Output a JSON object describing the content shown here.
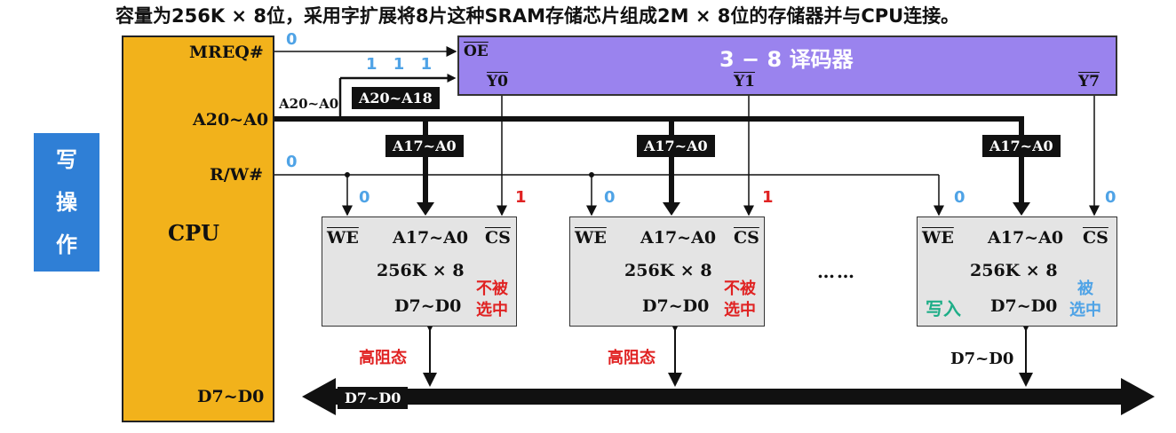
{
  "title": "容量为256K × 8位，采用字扩展将8片这种SRAM存储芯片组成2M × 8位的存储器并与CPU连接。",
  "side_tag": [
    "写",
    "操",
    "作"
  ],
  "cpu": {
    "name": "CPU",
    "pins": {
      "mreq": "MREQ#",
      "addr": "A20~A0",
      "rw": "R/W#",
      "data": "D7~D0"
    }
  },
  "signals": {
    "mreq_value": "0",
    "rw_value": "0",
    "decoder_input_bits": "1 1 1",
    "addr_bus_label": "A20~A0",
    "decoder_addr_box": "A20~A18",
    "chip_addr_box": "A17~A0",
    "data_bus_box": "D7~D0"
  },
  "decoder": {
    "title": "3 − 8 译码器",
    "oe": "OE",
    "outputs": [
      "Y0",
      "Y1",
      "Y7"
    ]
  },
  "chips": [
    {
      "we_value": "0",
      "cs_value": "1",
      "we": "WE",
      "addr": "A17~A0",
      "cs": "CS",
      "capacity": "256K × 8",
      "data": "D7~D0",
      "status": [
        "不被",
        "选中"
      ],
      "bus_state": "高阻态"
    },
    {
      "we_value": "0",
      "cs_value": "1",
      "we": "WE",
      "addr": "A17~A0",
      "cs": "CS",
      "capacity": "256K × 8",
      "data": "D7~D0",
      "status": [
        "不被",
        "选中"
      ],
      "bus_state": "高阻态"
    },
    {
      "we_value": "0",
      "cs_value": "0",
      "we": "WE",
      "addr": "A17~A0",
      "cs": "CS",
      "capacity": "256K × 8",
      "data": "D7~D0",
      "status": [
        "被",
        "选中"
      ],
      "action": "写入",
      "bus_state": "D7~D0"
    }
  ],
  "ellipsis": "……",
  "colors": {
    "cpu": "#f2b21b",
    "decoder": "#9a83ee",
    "chip": "#e4e4e4",
    "signal_value": "#4fa3e6",
    "unselected": "#e02222",
    "write": "#1fae88",
    "tag": "#2f7fd6"
  }
}
